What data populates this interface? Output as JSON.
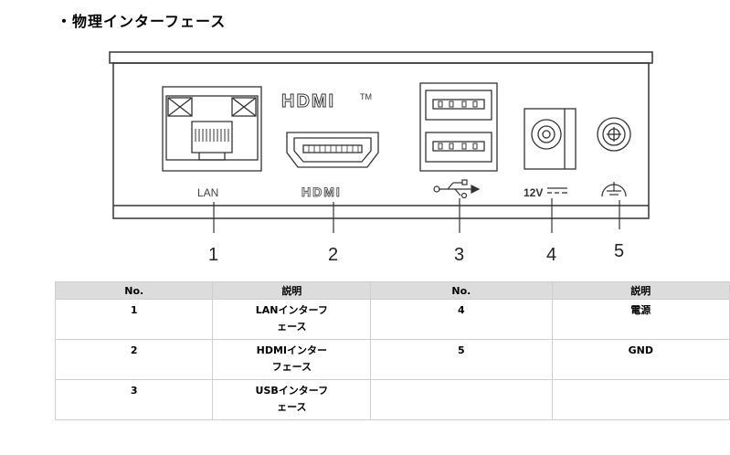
{
  "page": {
    "heading": "・物理インターフェース"
  },
  "diagram": {
    "port_labels": {
      "hdmi_logo": "HDMI",
      "hdmi_tm": "TM",
      "lan": "LAN",
      "hdmi": "HDMI",
      "dc": "12V"
    },
    "callouts": [
      "1",
      "2",
      "3",
      "4",
      "5"
    ]
  },
  "table": {
    "headers": [
      "No.",
      "説明",
      "No.",
      "説明"
    ],
    "rows": [
      [
        "1",
        "LANインターフェース",
        "4",
        "電源"
      ],
      [
        "2",
        "HDMIインターフェース",
        "5",
        "GND"
      ],
      [
        "3",
        "USBインターフェース",
        "",
        ""
      ]
    ]
  }
}
